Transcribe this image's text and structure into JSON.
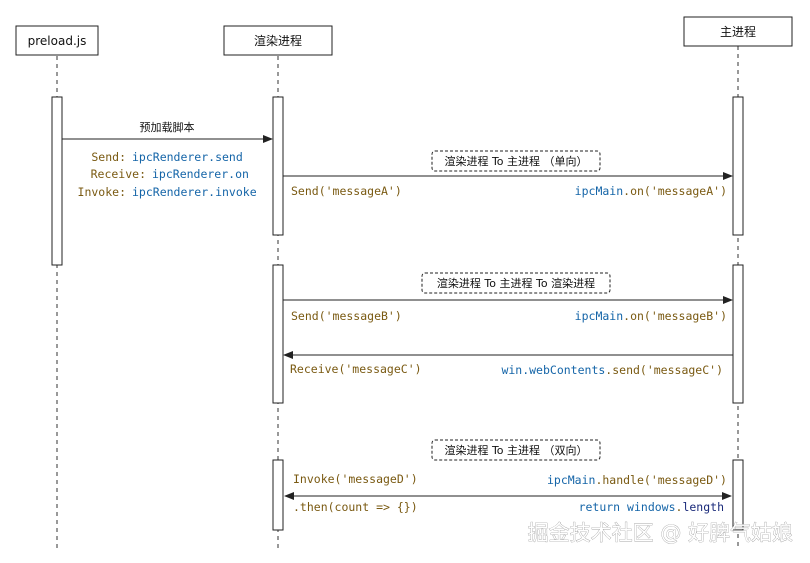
{
  "colors": {
    "brown": "#7a5a12",
    "blue": "#1565a8",
    "dark_blue": "#1a2a7a",
    "line": "#222222"
  },
  "actors": {
    "preload": "preload.js",
    "renderer": "渲染进程",
    "main": "主进程"
  },
  "preload_arrow_label": "预加载脚本",
  "api_list": [
    {
      "key": "Send:",
      "value": "ipcRenderer.send"
    },
    {
      "key": "Receive:",
      "value": "ipcRenderer.on"
    },
    {
      "key": "Invoke:",
      "value": "ipcRenderer.invoke"
    }
  ],
  "section_a": {
    "note": "渲染进程 To 主进程 （单向）",
    "renderer_code": "Send('messageA')",
    "main_code_obj": "ipcMain",
    "main_code_call": ".on('messageA')"
  },
  "section_b": {
    "note": "渲染进程 To 主进程 To 渲染进程",
    "renderer_send": "Send('messageB')",
    "main_on_obj": "ipcMain",
    "main_on_call": ".on('messageB')",
    "renderer_receive": "Receive('messageC')",
    "main_send_obj": "win.webContents",
    "main_send_call": ".send('messageC')"
  },
  "section_c": {
    "note": "渲染进程 To 主进程 （双向）",
    "renderer_invoke": "Invoke('messageD')",
    "renderer_then": ".then(count => {})",
    "main_handle_obj": "ipcMain",
    "main_handle_call": ".handle('messageD')",
    "main_return_kw": "return",
    "main_return_obj": "windows",
    "main_return_prop": "length"
  },
  "watermark": "掘金技术社区 @ 好脾气姑娘"
}
